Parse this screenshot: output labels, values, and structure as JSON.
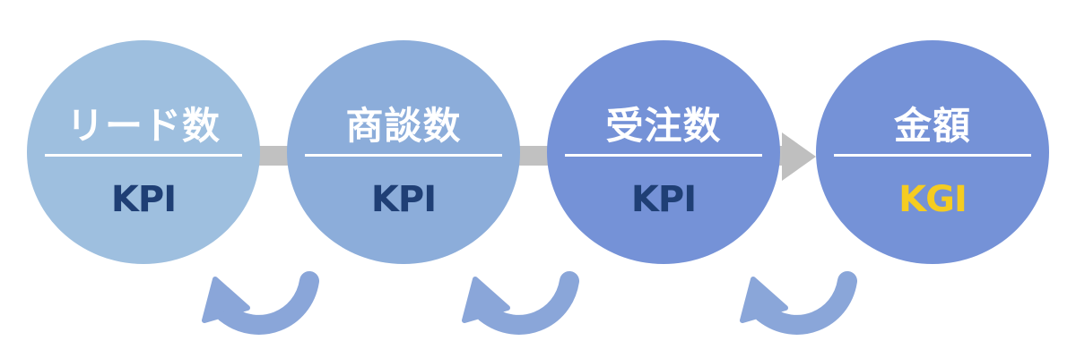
{
  "colors": {
    "node_1": "#9ebfdf",
    "node_2": "#8cadda",
    "node_3": "#7592d7",
    "node_4": "#7592d7",
    "kpi_text": "#1f3f75",
    "kgi_text": "#f5cc20",
    "connector": "#c1c1c1",
    "cycle_arrow": "#8aa6d9"
  },
  "flow": {
    "nodes": [
      {
        "title": "リード数",
        "label": "KPI"
      },
      {
        "title": "商談数",
        "label": "KPI"
      },
      {
        "title": "受注数",
        "label": "KPI"
      },
      {
        "title": "金額",
        "label": "KGI"
      }
    ]
  },
  "icons": {
    "connector": "right-arrow-icon",
    "cycle": "curved-return-arrow-icon"
  }
}
